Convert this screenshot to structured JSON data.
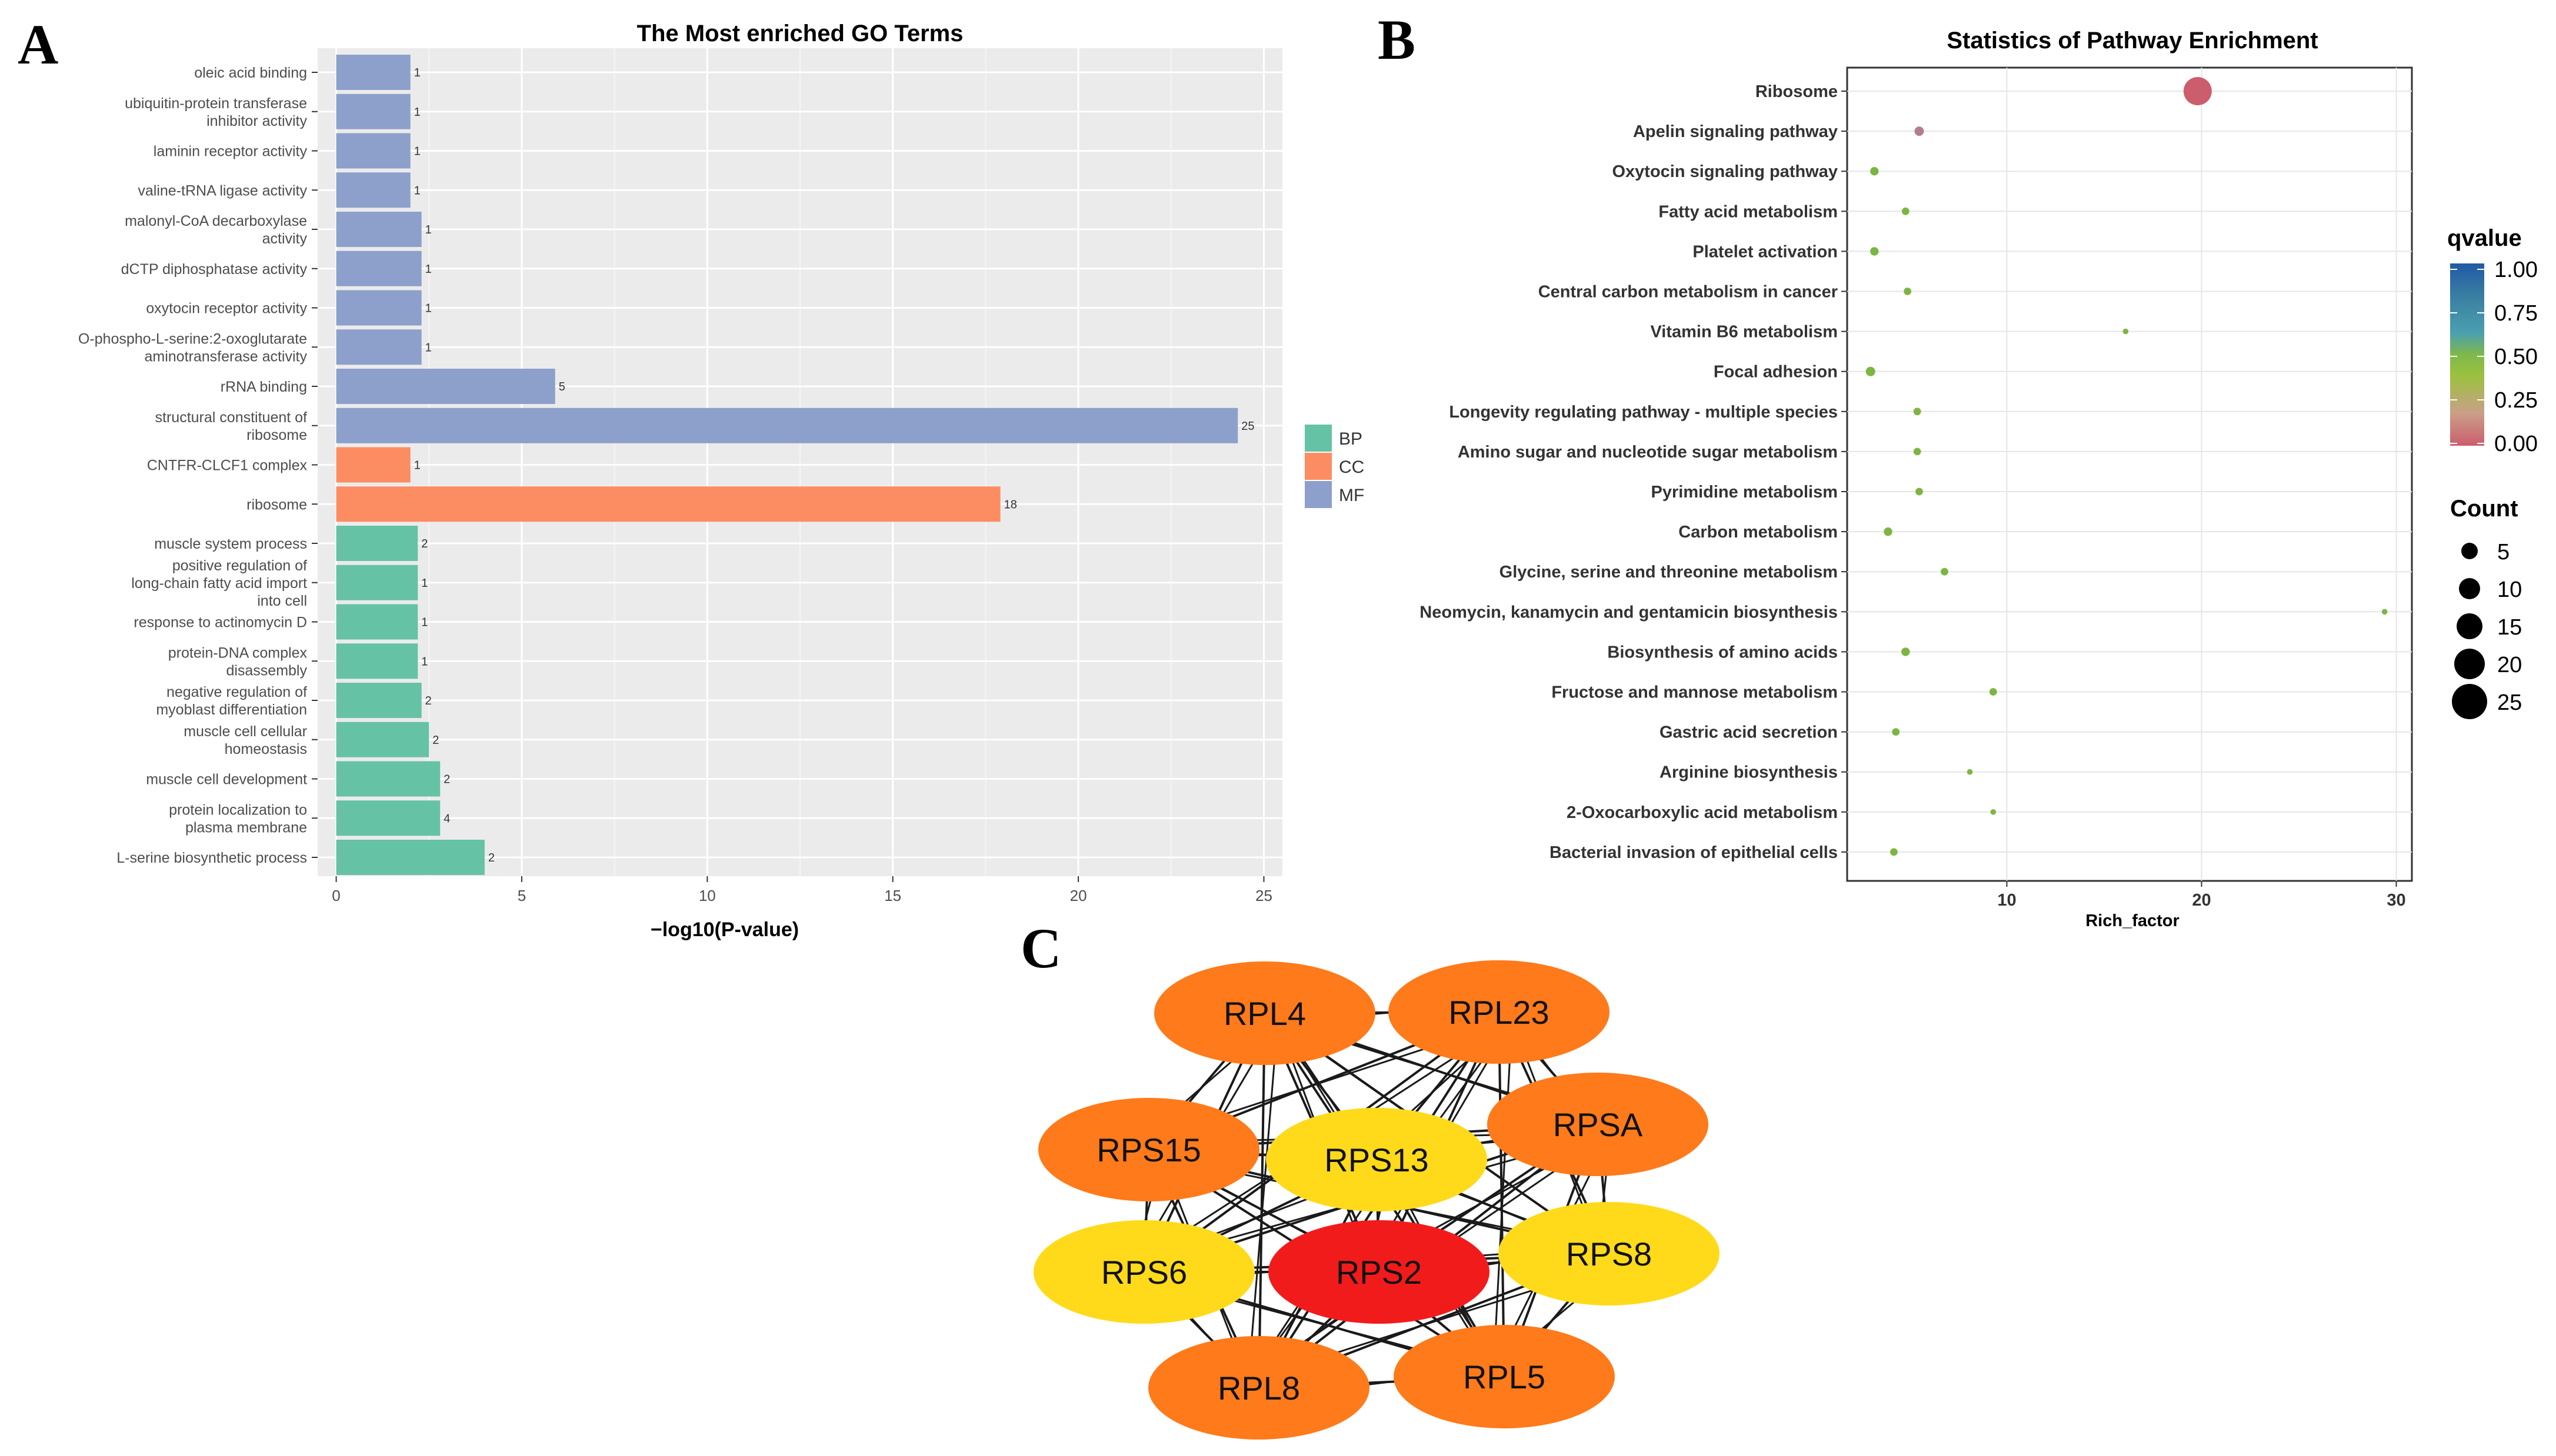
{
  "panels": {
    "a": "A",
    "b": "B",
    "c": "C"
  },
  "chart_data": [
    {
      "type": "bar",
      "orientation": "horizontal",
      "title": "The Most enriched GO Terms",
      "xlabel": "−log10(P-value)",
      "ylabel": "",
      "xlim": [
        -0.5,
        25.5
      ],
      "xticks": [
        0,
        5,
        10,
        15,
        20,
        25
      ],
      "grid": true,
      "legend_position": "right",
      "legend": [
        {
          "name": "BP",
          "color": "#66C2A5"
        },
        {
          "name": "CC",
          "color": "#FC8D62"
        },
        {
          "name": "MF",
          "color": "#8DA0CB"
        }
      ],
      "bars": [
        {
          "label": [
            "oleic acid binding"
          ],
          "value": 2.0,
          "count": "1",
          "group": "MF"
        },
        {
          "label": [
            "ubiquitin-protein transferase",
            "inhibitor activity"
          ],
          "value": 2.0,
          "count": "1",
          "group": "MF"
        },
        {
          "label": [
            "laminin receptor activity"
          ],
          "value": 2.0,
          "count": "1",
          "group": "MF"
        },
        {
          "label": [
            "valine-tRNA ligase activity"
          ],
          "value": 2.0,
          "count": "1",
          "group": "MF"
        },
        {
          "label": [
            "malonyl-CoA decarboxylase",
            "activity"
          ],
          "value": 2.3,
          "count": "1",
          "group": "MF"
        },
        {
          "label": [
            "dCTP diphosphatase activity"
          ],
          "value": 2.3,
          "count": "1",
          "group": "MF"
        },
        {
          "label": [
            "oxytocin receptor activity"
          ],
          "value": 2.3,
          "count": "1",
          "group": "MF"
        },
        {
          "label": [
            "O-phospho-L-serine:2-oxoglutarate",
            "aminotransferase activity"
          ],
          "value": 2.3,
          "count": "1",
          "group": "MF"
        },
        {
          "label": [
            "rRNA binding"
          ],
          "value": 5.9,
          "count": "5",
          "group": "MF"
        },
        {
          "label": [
            "structural constituent of",
            "ribosome"
          ],
          "value": 24.3,
          "count": "25",
          "group": "MF"
        },
        {
          "label": [
            "CNTFR-CLCF1 complex"
          ],
          "value": 2.0,
          "count": "1",
          "group": "CC"
        },
        {
          "label": [
            "ribosome"
          ],
          "value": 17.9,
          "count": "18",
          "group": "CC"
        },
        {
          "label": [
            "muscle system process"
          ],
          "value": 2.2,
          "count": "2",
          "group": "BP"
        },
        {
          "label": [
            "positive regulation of",
            "long-chain fatty acid import",
            "into cell"
          ],
          "value": 2.2,
          "count": "1",
          "group": "BP"
        },
        {
          "label": [
            "response to actinomycin D"
          ],
          "value": 2.2,
          "count": "1",
          "group": "BP"
        },
        {
          "label": [
            "protein-DNA complex",
            "disassembly"
          ],
          "value": 2.2,
          "count": "1",
          "group": "BP"
        },
        {
          "label": [
            "negative regulation of",
            "myoblast differentiation"
          ],
          "value": 2.3,
          "count": "2",
          "group": "BP"
        },
        {
          "label": [
            "muscle cell cellular",
            "homeostasis"
          ],
          "value": 2.5,
          "count": "2",
          "group": "BP"
        },
        {
          "label": [
            "muscle cell development"
          ],
          "value": 2.8,
          "count": "2",
          "group": "BP"
        },
        {
          "label": [
            "protein localization to",
            "plasma membrane"
          ],
          "value": 2.8,
          "count": "4",
          "group": "BP"
        },
        {
          "label": [
            "L-serine biosynthetic process"
          ],
          "value": 4.0,
          "count": "2",
          "group": "BP"
        }
      ]
    },
    {
      "type": "scatter",
      "title": "Statistics of Pathway Enrichment",
      "xlabel": "Rich_factor",
      "ylabel": "",
      "xlim": [
        1.8,
        30.8
      ],
      "xticks": [
        10,
        20,
        30
      ],
      "grid": true,
      "legend_position": "right",
      "color_legend": {
        "title": "qvalue",
        "ticks": [
          "1.00",
          "0.75",
          "0.50",
          "0.25",
          "0.00"
        ],
        "colors": [
          "#1f5aa6",
          "#3a7ea1",
          "#4aa0b0",
          "#7fb84a",
          "#9cc13f",
          "#c9a088",
          "#cc5d6d"
        ]
      },
      "size_legend": {
        "title": "Count",
        "values": [
          5,
          10,
          15,
          20,
          25
        ]
      },
      "points": [
        {
          "pathway": "Ribosome",
          "x": 19.8,
          "count": 25,
          "qvalue": 0.0
        },
        {
          "pathway": "Apelin signaling pathway",
          "x": 5.5,
          "count": 5,
          "qvalue": 0.15
        },
        {
          "pathway": "Oxytocin signaling pathway",
          "x": 3.2,
          "count": 4,
          "qvalue": 0.6
        },
        {
          "pathway": "Fatty acid metabolism",
          "x": 4.8,
          "count": 3,
          "qvalue": 0.6
        },
        {
          "pathway": "Platelet activation",
          "x": 3.2,
          "count": 4,
          "qvalue": 0.6
        },
        {
          "pathway": "Central carbon metabolism in cancer",
          "x": 4.9,
          "count": 3,
          "qvalue": 0.6
        },
        {
          "pathway": "Vitamin B6 metabolism",
          "x": 16.1,
          "count": 1,
          "qvalue": 0.6
        },
        {
          "pathway": "Focal adhesion",
          "x": 3.0,
          "count": 5,
          "qvalue": 0.6
        },
        {
          "pathway": "Longevity regulating pathway - multiple species",
          "x": 5.4,
          "count": 3,
          "qvalue": 0.6
        },
        {
          "pathway": "Amino sugar and nucleotide sugar metabolism",
          "x": 5.4,
          "count": 3,
          "qvalue": 0.6
        },
        {
          "pathway": "Pyrimidine metabolism",
          "x": 5.5,
          "count": 3,
          "qvalue": 0.6
        },
        {
          "pathway": "Carbon metabolism",
          "x": 3.9,
          "count": 4,
          "qvalue": 0.6
        },
        {
          "pathway": "Glycine, serine and threonine metabolism",
          "x": 6.8,
          "count": 3,
          "qvalue": 0.6
        },
        {
          "pathway": "Neomycin, kanamycin and gentamicin biosynthesis",
          "x": 29.4,
          "count": 1,
          "qvalue": 0.6
        },
        {
          "pathway": "Biosynthesis of amino acids",
          "x": 4.8,
          "count": 4,
          "qvalue": 0.6
        },
        {
          "pathway": "Fructose and mannose metabolism",
          "x": 9.3,
          "count": 3,
          "qvalue": 0.6
        },
        {
          "pathway": "Gastric acid secretion",
          "x": 4.3,
          "count": 3,
          "qvalue": 0.6
        },
        {
          "pathway": "Arginine biosynthesis",
          "x": 8.1,
          "count": 1,
          "qvalue": 0.6
        },
        {
          "pathway": "2-Oxocarboxylic acid metabolism",
          "x": 9.3,
          "count": 1,
          "qvalue": 0.6
        },
        {
          "pathway": "Bacterial invasion of epithelial cells",
          "x": 4.2,
          "count": 3,
          "qvalue": 0.6
        }
      ]
    }
  ],
  "network": {
    "nodes": [
      {
        "id": "RPL4",
        "color": "#FF7A1A"
      },
      {
        "id": "RPL23",
        "color": "#FF7A1A"
      },
      {
        "id": "RPSA",
        "color": "#FF7A1A"
      },
      {
        "id": "RPS15",
        "color": "#FF7A1A"
      },
      {
        "id": "RPS13",
        "color": "#FFDA1A"
      },
      {
        "id": "RPS6",
        "color": "#FFDA1A"
      },
      {
        "id": "RPS2",
        "color": "#F21B1B"
      },
      {
        "id": "RPS8",
        "color": "#FFDA1A"
      },
      {
        "id": "RPL8",
        "color": "#FF7A1A"
      },
      {
        "id": "RPL5",
        "color": "#FF7A1A"
      }
    ]
  }
}
